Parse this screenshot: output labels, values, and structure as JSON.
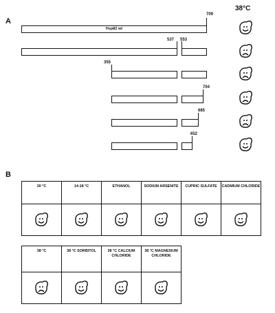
{
  "panel_a": {
    "letter": "A",
    "temperature": "38°C",
    "wt_label": "Hsp82 wt",
    "numbers": [
      "709",
      "537",
      "553",
      "355",
      "704",
      "685",
      "652"
    ],
    "phenotypes": [
      "happy",
      "sad",
      "sad",
      "sad",
      "sad",
      "happy"
    ]
  },
  "panel_b": {
    "letter": "B",
    "row1": [
      {
        "label": "30 °C",
        "face": "happy"
      },
      {
        "label": "14-18 °C",
        "face": "happy"
      },
      {
        "label": "ETHANOL",
        "face": "happy"
      },
      {
        "label": "SODIUM ARSENITE",
        "face": "happy"
      },
      {
        "label": "CUPRIC SULFATE",
        "face": "happy"
      },
      {
        "label": "CADMIUM CHLORIDE",
        "face": "happy"
      }
    ],
    "row2": [
      {
        "label": "38 °C",
        "face": "sad"
      },
      {
        "label": "38 °C SORBITOL",
        "face": "happy"
      },
      {
        "label": "38 °C CALCIUM CHLORIDE",
        "face": "happy"
      },
      {
        "label": "38 °C MAGNESIUM CHLORIDE",
        "face": "happy"
      }
    ]
  }
}
